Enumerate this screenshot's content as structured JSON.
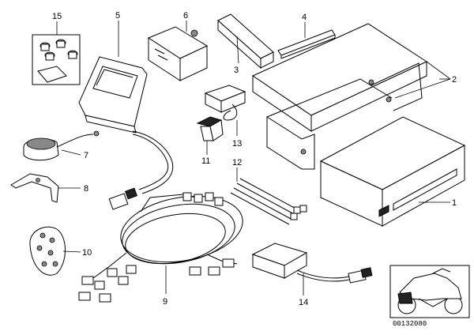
{
  "parts": [
    {
      "key": "p1",
      "number": "1"
    },
    {
      "key": "p2",
      "number": "2"
    },
    {
      "key": "p3",
      "number": "3"
    },
    {
      "key": "p4",
      "number": "4"
    },
    {
      "key": "p5",
      "number": "5"
    },
    {
      "key": "p6",
      "number": "6"
    },
    {
      "key": "p7",
      "number": "7"
    },
    {
      "key": "p8",
      "number": "8"
    },
    {
      "key": "p9",
      "number": "9"
    },
    {
      "key": "p10",
      "number": "10"
    },
    {
      "key": "p11",
      "number": "11"
    },
    {
      "key": "p12",
      "number": "12"
    },
    {
      "key": "p13",
      "number": "13"
    },
    {
      "key": "p14",
      "number": "14"
    },
    {
      "key": "p15",
      "number": "15"
    }
  ],
  "diagram_code": "00132080"
}
